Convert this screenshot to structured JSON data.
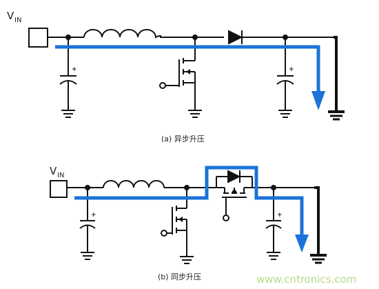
{
  "circuit_a": {
    "input_label": "V",
    "input_subscript": "IN",
    "caption": "(a) 异步升压",
    "cap_plus_in": "+",
    "cap_plus_out": "+"
  },
  "circuit_b": {
    "input_label": "V",
    "input_subscript": "IN",
    "caption": "(b) 同步升压",
    "cap_plus_in": "+",
    "cap_plus_out": "+"
  },
  "watermark": "www.cntronics.com",
  "colors": {
    "wire": "#111111",
    "current_path": "#1a73d9",
    "watermark": "#b9d98a",
    "diode": "#111111"
  }
}
